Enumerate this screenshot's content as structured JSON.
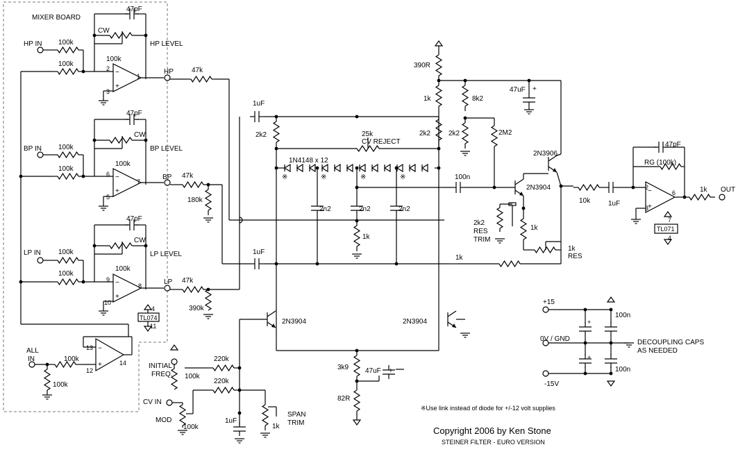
{
  "labels": {
    "mixer_board": "MIXER BOARD",
    "hp_in": "HP IN",
    "bp_in": "BP IN",
    "lp_in": "LP IN",
    "all_in": "ALL IN",
    "hp": "HP",
    "bp": "BP",
    "lp": "LP",
    "hp_level": "HP LEVEL",
    "bp_level": "BP LEVEL",
    "lp_level": "LP LEVEL",
    "cw": "CW",
    "cv_reject": "CV REJECT",
    "diodes": "1N4148 x 12",
    "initial_freq_1": "INITIAL",
    "initial_freq_2": "FREQ.",
    "cv_in": "CV IN",
    "mod": "MOD",
    "span_1": "SPAN",
    "span_2": "TRIM",
    "res_trim_1": "RES",
    "res_trim_2": "TRIM",
    "res": "RES",
    "rg": "RG (100k)",
    "out": "OUT",
    "plus15": "+15",
    "zero_gnd": "0V / GND",
    "minus15": "-15V",
    "decoupling_1": "DECOUPLING CAPS",
    "decoupling_2": "AS NEEDED",
    "note": "※Use link instead of diode for +/-12 volt supplies",
    "copyright": "Copyright 2006 by Ken Stone",
    "subtitle": "STEINER FILTER - EURO VERSION",
    "marker": "※"
  },
  "values": {
    "r100k": "100k",
    "r47k": "47k",
    "r180k": "180k",
    "r390k": "390k",
    "r220k": "220k",
    "r2k2": "2k2",
    "r1k": "1k",
    "r390r": "390R",
    "r8k2": "8k2",
    "r2m2": "2M2",
    "r25k": "25k",
    "r10k": "10k",
    "r3k9": "3k9",
    "r82r": "82R",
    "c47pf": "47pF",
    "c1uf": "1uF",
    "c1uF": "1uF",
    "c2n2": "2n2",
    "c100n": "100n",
    "c47uf": "47uF"
  },
  "parts": {
    "tl074": "TL074",
    "tl071": "TL071",
    "q_2n3904": "2N3904",
    "q_2n3906": "2N3906"
  },
  "pins": {
    "p1": "1",
    "p2": "2",
    "p3": "3",
    "p4": "4",
    "p5": "5",
    "p6": "6",
    "p7": "7",
    "p8": "8",
    "p9": "9",
    "p10": "10",
    "p11": "11",
    "p12": "12",
    "p13": "13",
    "p14": "14"
  },
  "symbols": {
    "plus": "+",
    "minus": "−"
  },
  "icons": [
    "resistor-symbol",
    "capacitor-symbol",
    "opamp-symbol",
    "ground-symbol",
    "npn-transistor-symbol",
    "diode-symbol",
    "jack-symbol"
  ]
}
